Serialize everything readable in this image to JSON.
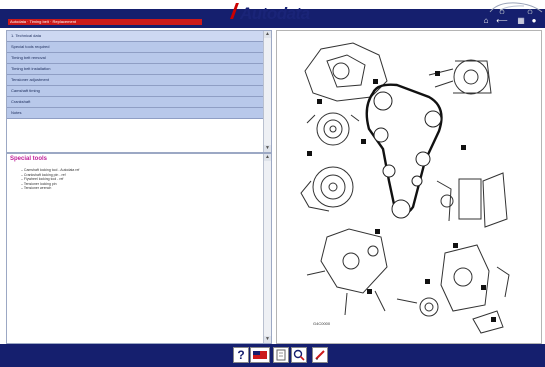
{
  "app": {
    "logo_text": "Autodata"
  },
  "breadcrumb": "Autodata · Timing belt · Replacement",
  "sections": [
    "1. Technical data",
    "Special tools required",
    "Timing belt removal",
    "Timing belt installation",
    "Tensioner adjustment",
    "Camshaft timing",
    "Crankshaft",
    "Notes"
  ],
  "info": {
    "title": "Special tools",
    "items": [
      "Camshaft locking tool - Autodata ref",
      "Crankshaft locking pin - ref",
      "Flywheel locking tool - ref",
      "Tensioner locking pin",
      "Tensioner wrench"
    ]
  },
  "diagram": {
    "figure_label": "G4C0000"
  },
  "toolbar": {
    "help_label": "?"
  },
  "colors": {
    "navy": "#151f6e",
    "brand_red": "#cc1a1a",
    "row_blue": "#b8c8ea",
    "heading_magenta": "#c0209a"
  }
}
